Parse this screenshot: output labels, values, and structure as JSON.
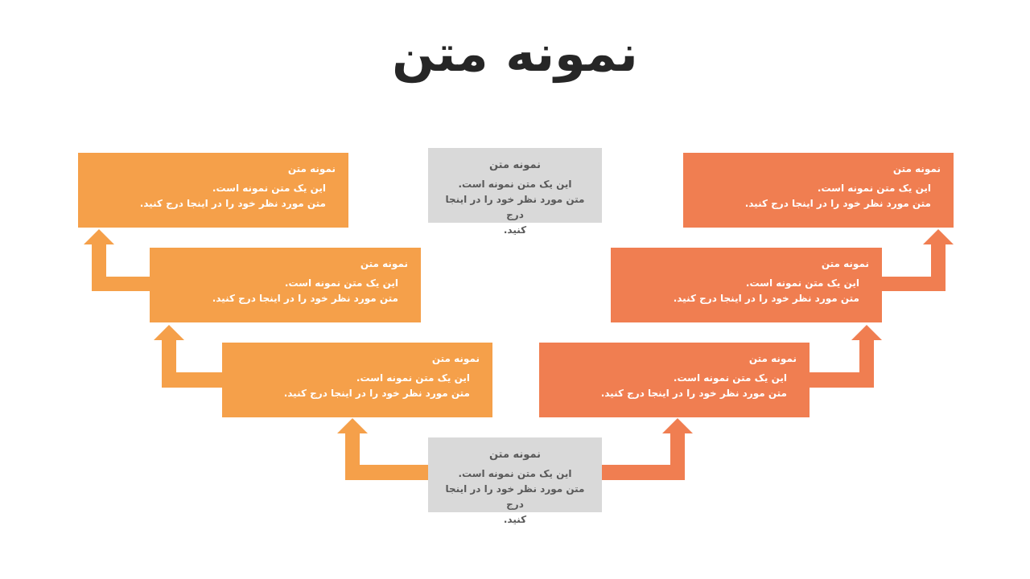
{
  "title": "نمونه متن",
  "colors": {
    "orange": "#f5a04a",
    "coral": "#f07e51",
    "gray": "#d9d9d9",
    "title": "#262626"
  },
  "boxes": {
    "top_center": {
      "title": "نمونه متن",
      "line1": "این یک متن نمونه است.",
      "line2": "متن مورد نظر خود را در اینجا درج",
      "line3": "کنید."
    },
    "bottom_center": {
      "title": "نمونه متن",
      "line1": "این یک متن نمونه است.",
      "line2": "متن مورد نظر خود را در اینجا درج",
      "line3": "کنید."
    },
    "left_1": {
      "title": "نمونه متن",
      "line1": "این یک متن نمونه است.",
      "line2": "متن مورد نظر خود را در اینجا درج کنید."
    },
    "left_2": {
      "title": "نمونه متن",
      "line1": "این یک متن نمونه است.",
      "line2": "متن مورد نظر خود را در اینجا درج کنید."
    },
    "left_3": {
      "title": "نمونه متن",
      "line1": "این یک متن نمونه است.",
      "line2": "متن مورد نظر خود را در اینجا درج کنید."
    },
    "right_1": {
      "title": "نمونه متن",
      "line1": "این یک متن نمونه است.",
      "line2": "متن مورد نظر خود را در اینجا درج کنید."
    },
    "right_2": {
      "title": "نمونه متن",
      "line1": "این یک متن نمونه است.",
      "line2": "متن مورد نظر خود را در اینجا درج کنید."
    },
    "right_3": {
      "title": "نمونه متن",
      "line1": "این یک متن نمونه است.",
      "line2": "متن مورد نظر خود را در اینجا درج کنید."
    }
  }
}
